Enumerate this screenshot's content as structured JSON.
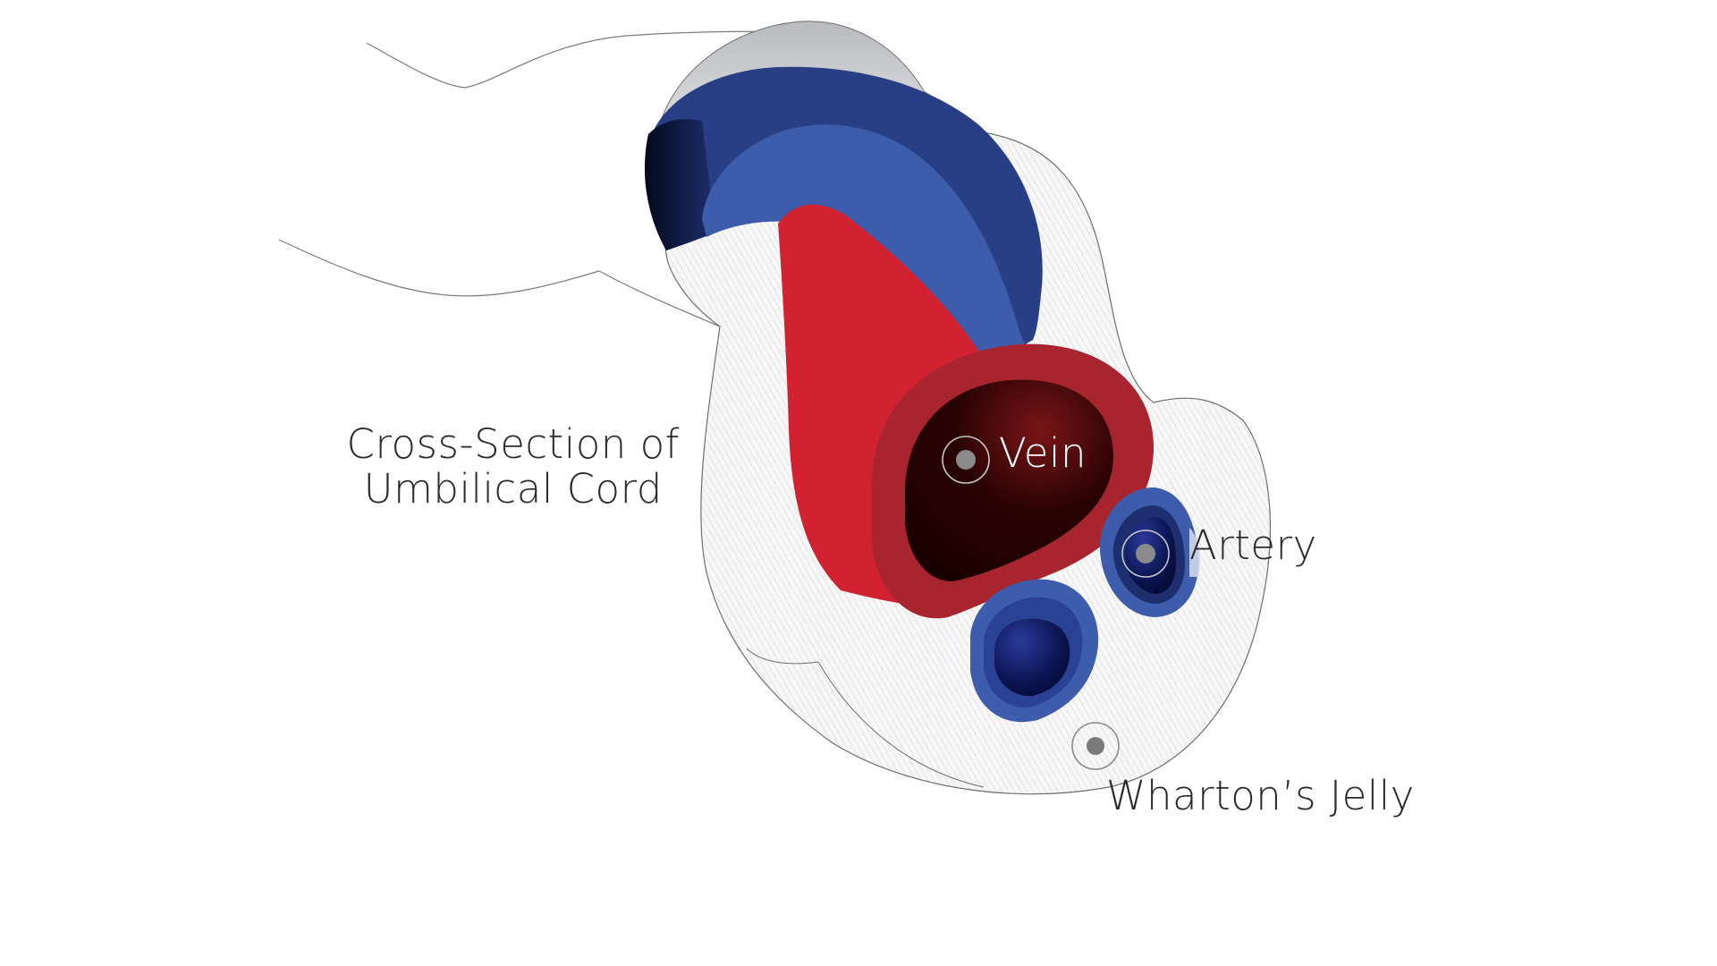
{
  "labels": {
    "title_line1": "Cross-Section of",
    "title_line2": "Umbilical Cord",
    "vein": "Vein",
    "artery": "Artery",
    "wharton": "Wharton’s Jelly"
  },
  "colors": {
    "vein_red": "#d22232",
    "vein_wall": "#a82530",
    "vein_lumen": "#230000",
    "artery_blue": "#3c5aa8",
    "artery_dark_blue": "#283f82",
    "artery_lumen": "#0a1448",
    "jelly_fill": "#f2f2f2",
    "outline": "#6e6e6e",
    "text": "#2a2a2a",
    "marker": "#8a8a8a"
  }
}
